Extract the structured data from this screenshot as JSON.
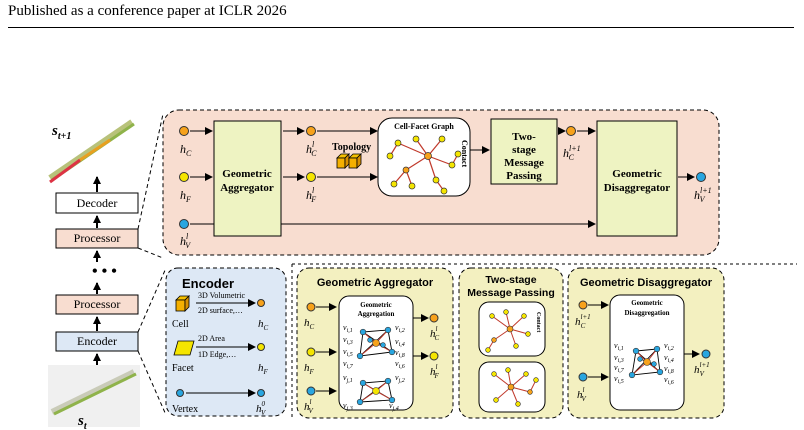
{
  "header": {
    "text": "Published as a conference paper at ICLR 2026"
  },
  "pipeline": {
    "s_next": "s",
    "s_next_sub": "t+1",
    "s_cur": "s",
    "s_cur_sub": "t",
    "decoder": "Decoder",
    "processor_top": "Processor",
    "dots": "⋮",
    "processor_bottom": "Processor",
    "encoder": "Encoder"
  },
  "processor_detail": {
    "hc": "h",
    "hc_sub": "C",
    "hf": "h",
    "hf_sub": "F",
    "hv": "h",
    "hv_sub": "V",
    "hv_sup": "l",
    "geo_agg": [
      "Geometric",
      "Aggregator"
    ],
    "hcl": "h",
    "hcl_sub": "C",
    "hcl_sup": "l",
    "hfl": "h",
    "hfl_sub": "F",
    "hfl_sup": "l",
    "topology": "Topology",
    "graph_title": "Cell-Facet Graph",
    "contact": "Contact",
    "two_stage": [
      "Two-",
      "stage",
      "Message",
      "Passing"
    ],
    "hcl1": "h",
    "hcl1_sub": "C",
    "hcl1_sup": "l+1",
    "geo_dis": [
      "Geometric",
      "Disaggregator"
    ],
    "hvl1": "h",
    "hvl1_sub": "V",
    "hvl1_sup": "l+1"
  },
  "encoder_panel": {
    "title": "Encoder",
    "cell_desc1": "3D Volumetric",
    "cell_desc2": "2D surface,…",
    "cell": "Cell",
    "hc": "h",
    "hc_sub": "C",
    "facet_desc1": "2D Area",
    "facet_desc2": "1D Edge,…",
    "facet": "Facet",
    "hf": "h",
    "hf_sub": "F",
    "vertex": "Vertex",
    "hv": "h",
    "hv_sub": "V",
    "hv_sup": "0"
  },
  "agg_panel": {
    "title": "Geometric Aggregator",
    "inner_title": [
      "Geometric",
      "Aggregation"
    ],
    "hc": "h",
    "hc_sub": "C",
    "hf": "h",
    "hf_sub": "F",
    "hv": "h",
    "hv_sub": "V",
    "hv_sup": "l",
    "out_c": "h",
    "out_c_sub": "C",
    "out_c_sup": "l",
    "out_f": "h",
    "out_f_sub": "F",
    "out_f_sup": "l",
    "labels": [
      "v",
      "v",
      "v",
      "v",
      "v",
      "v",
      "v",
      "v",
      "v",
      "v",
      "v",
      "v"
    ],
    "label_subs": [
      "i,1",
      "i,2",
      "i,3",
      "i,4",
      "i,5",
      "i,6",
      "i,7",
      "i,8",
      "j,1",
      "j,2",
      "j,3",
      "j,4"
    ]
  },
  "mp_panel": {
    "title": [
      "Two-stage",
      "Message Passing"
    ],
    "contact": "Contact"
  },
  "dis_panel": {
    "title": "Geometric Disaggregator",
    "inner_title": [
      "Geometric",
      "Disaggregation"
    ],
    "hc": "h",
    "hc_sub": "C",
    "hc_sup": "l+1",
    "hv": "h",
    "hv_sub": "V",
    "hv_sup": "l",
    "out": "h",
    "out_sub": "V",
    "out_sup": "l+1",
    "labels": [
      "v",
      "v",
      "v",
      "v",
      "v",
      "v",
      "v",
      "v"
    ],
    "label_subs": [
      "i,1",
      "i,2",
      "i,3",
      "i,4",
      "i,5",
      "i,6",
      "i,7",
      "i,8"
    ]
  },
  "colors": {
    "salmon": "#f8ddd0",
    "panel_yellow": "#f3f0c0",
    "box_yellow": "#eef3c2",
    "encoder_blue": "#dde8f5",
    "node_orange": "#f7a21b",
    "node_yellow": "#f5e500",
    "node_blue": "#29a6e0",
    "edge_red": "#c0392b"
  }
}
